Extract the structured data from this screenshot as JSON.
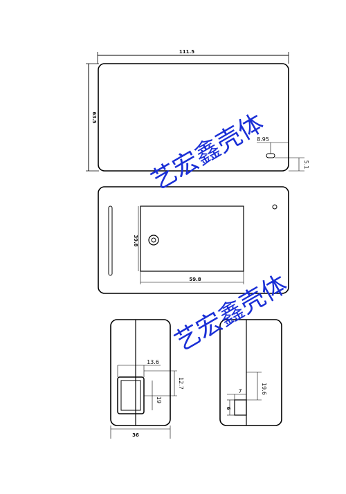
{
  "dimensions": {
    "top_width": "111.5",
    "top_height": "63.5",
    "hole_offset": "8.95",
    "hole_size": "5.1",
    "window_height": "39.8",
    "window_width": "59.8",
    "port_width": "13.6",
    "port_height_outer": "12.7",
    "port_height_inner": "19",
    "side_width": "36",
    "right_port_height": "19.6",
    "right_port_width": "7",
    "right_port_small": "6"
  },
  "watermark": {
    "text": "艺宏鑫壳体"
  },
  "colors": {
    "line": "#000000",
    "watermark": "#1a2fd6"
  }
}
